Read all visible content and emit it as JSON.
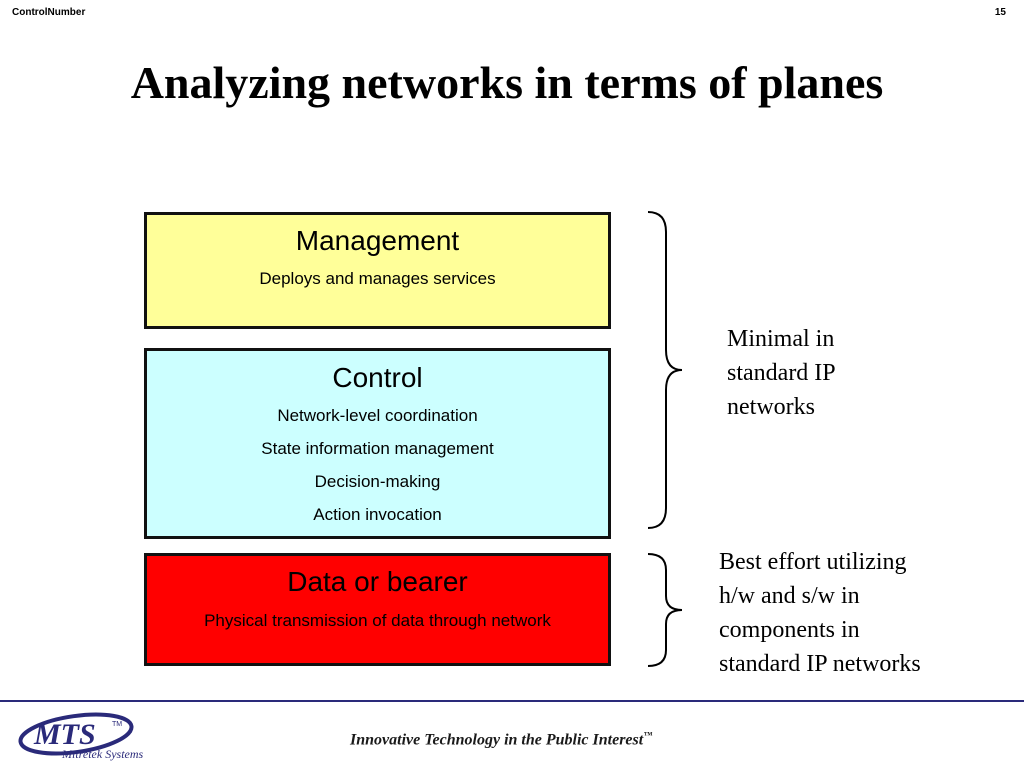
{
  "header": {
    "control_number": "ControlNumber",
    "page_number": "15"
  },
  "title": "Analyzing networks in terms of planes",
  "planes": [
    {
      "name": "Management",
      "color": "#ffff99",
      "lines": [
        "Deploys and manages services"
      ]
    },
    {
      "name": "Control",
      "color": "#ccffff",
      "lines": [
        "Network-level coordination",
        "State information management",
        "Decision-making",
        "Action invocation"
      ]
    },
    {
      "name": "Data or bearer",
      "color": "#ff0000",
      "lines": [
        "Physical transmission of data through network"
      ]
    }
  ],
  "notes": {
    "upper": [
      "Minimal in",
      "standard IP",
      "networks"
    ],
    "lower": [
      "Best effort utilizing",
      "h/w and s/w in",
      "components in",
      "standard IP networks"
    ]
  },
  "footer": {
    "logo_text": "MTS",
    "logo_trademark": "TM",
    "logo_subtitle": "Mitretek Systems",
    "tagline": "Innovative Technology in the Public Interest",
    "tagline_trademark": "™",
    "accent_color": "#2a2a7a"
  }
}
